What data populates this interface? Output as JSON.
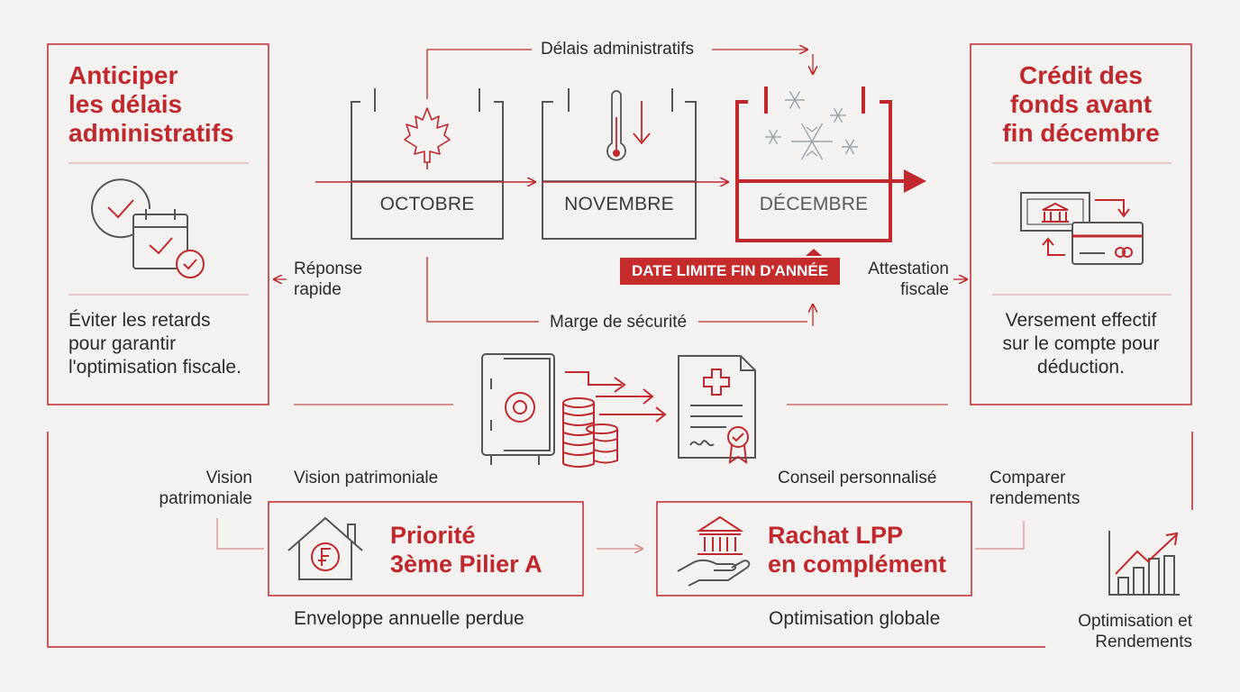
{
  "left_panel": {
    "title_lines": [
      "Anticiper",
      "les délais",
      "administratifs"
    ],
    "description_lines": [
      "Éviter les retards",
      "pour garantir",
      "l'optimisation fiscale."
    ]
  },
  "right_panel": {
    "title_lines": [
      "Crédit des",
      "fonds avant",
      "fin décembre"
    ],
    "description_lines": [
      "Versement effectif",
      "sur le compte pour",
      "déduction."
    ]
  },
  "timeline": {
    "top_label": "Délais administratifs",
    "bottom_label": "Marge de sécurité",
    "months": [
      "OCTOBRE",
      "NOVEMBRE",
      "DÉCEMBRE"
    ],
    "deadline_badge": "DATE LIMITE FIN D'ANNÉE",
    "left_label_lines": [
      "Réponse",
      "rapide"
    ],
    "right_label_lines": [
      "Attestation",
      "fiscale"
    ]
  },
  "bottom": {
    "vision_outer_lines": [
      "Vision",
      "patrimoniale"
    ],
    "vision_inner": "Vision patrimoniale",
    "conseil": "Conseil personnalisé",
    "comparer_lines": [
      "Comparer",
      "rendements"
    ],
    "priority_box_lines": [
      "Priorité",
      "3ème Pilier A"
    ],
    "lpp_box_lines": [
      "Rachat LPP",
      "en complément"
    ],
    "priority_caption": "Enveloppe annuelle perdue",
    "lpp_caption": "Optimisation globale",
    "chart_caption_lines": [
      "Optimisation et",
      "Rendements"
    ]
  },
  "colors": {
    "accent": "#c0282d",
    "line": "#d88a8a",
    "ink": "#444444",
    "background": "#f3f2f0"
  }
}
